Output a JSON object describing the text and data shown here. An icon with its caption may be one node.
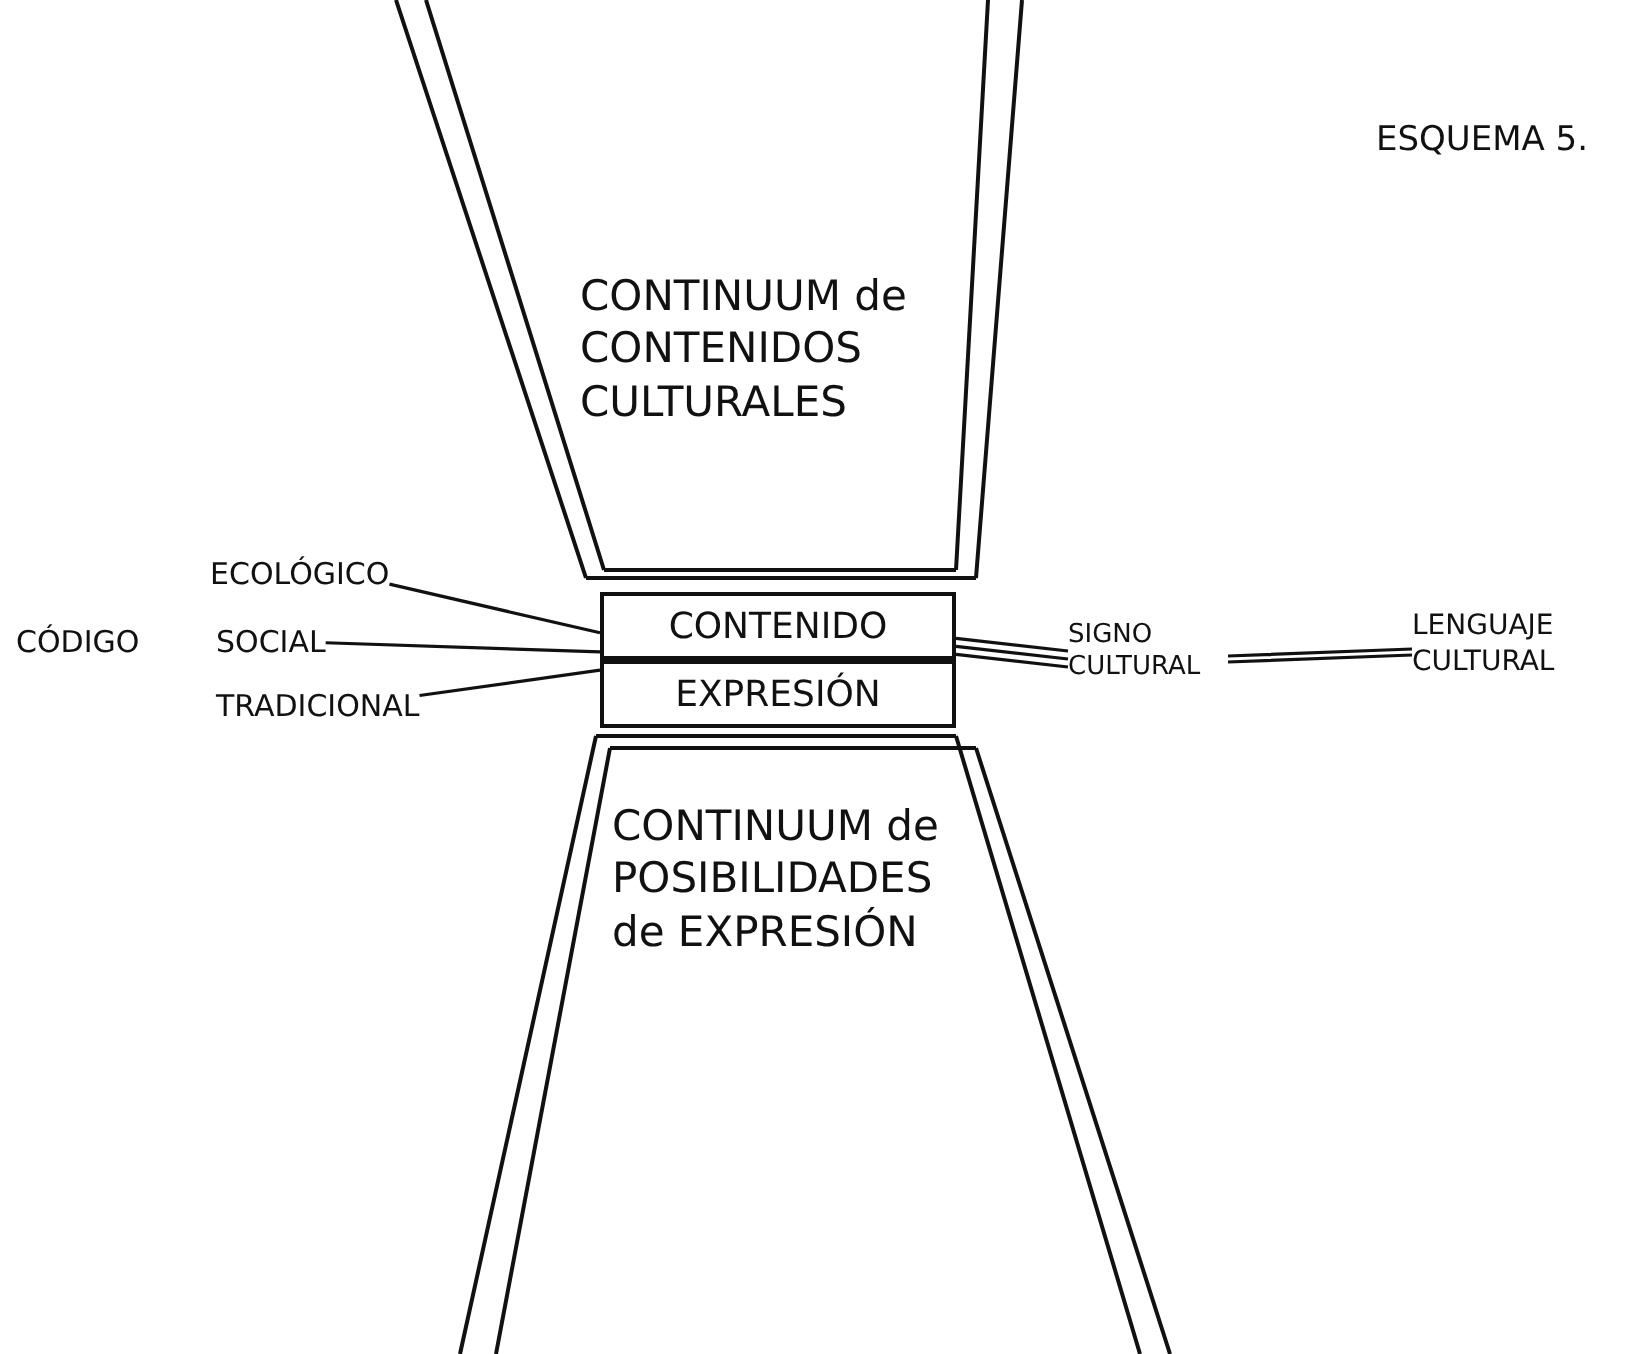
{
  "diagram": {
    "title": "ESQUEMA 5.",
    "nodes": [
      {
        "text": [
          "CONTINUUM de CONTENIDOS CULTURALES"
        ]
      },
      {
        "text": [
          "CONTENIDO"
        ]
      },
      {
        "text": [
          "EXPRESIÓN"
        ]
      },
      {
        "text": [
          "CONTINUUM de POSIBILIDADES de EXPRESIÓN"
        ]
      },
      {
        "text": [
          "ECOLÓGICO"
        ]
      },
      {
        "text": [
          "SOCIAL"
        ]
      },
      {
        "text": [
          "TRADICIONAL"
        ]
      },
      {
        "text": [
          "SIGNO CULTURAL"
        ]
      },
      {
        "text": [
          "LENGUAJE CULTURAL"
        ]
      }
    ],
    "edges": [
      {
        "from": 4,
        "to": 1,
        "arrow": "none"
      },
      {
        "from": 5,
        "to": 1,
        "arrow": "none"
      },
      {
        "from": 6,
        "to": 2,
        "arrow": "none"
      },
      {
        "from": 1,
        "to": 7,
        "arrow": "none"
      },
      {
        "from": 7,
        "to": 8,
        "arrow": "none"
      }
    ],
    "labels": [
      "CÓDIGO"
    ]
  }
}
